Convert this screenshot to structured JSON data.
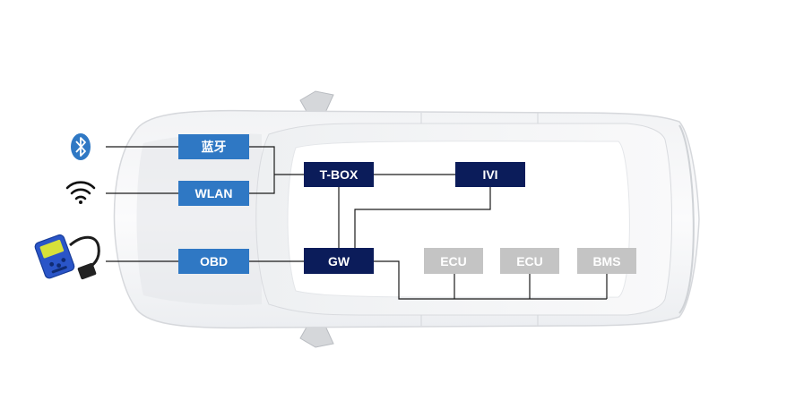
{
  "diagram": {
    "colors": {
      "external_box": "#2f78c4",
      "core_box": "#0b1c5a",
      "ecu_box": "#c4c4c4",
      "line": "#1a1a1a",
      "car_body": "#e9eaec",
      "car_cabin": "#f7f7f8",
      "bluetooth_icon": "#2f78c4",
      "scanner_body": "#2a55c8"
    },
    "nodes": {
      "bluetooth": "蓝牙",
      "wlan": "WLAN",
      "obd": "OBD",
      "tbox": "T-BOX",
      "ivi": "IVI",
      "gw": "GW",
      "ecu1": "ECU",
      "ecu2": "ECU",
      "bms": "BMS"
    },
    "icons": {
      "bluetooth": "bluetooth-icon",
      "wifi": "wifi-icon",
      "obd_scanner": "obd-scanner-icon",
      "car": "car-top-view-icon"
    }
  }
}
